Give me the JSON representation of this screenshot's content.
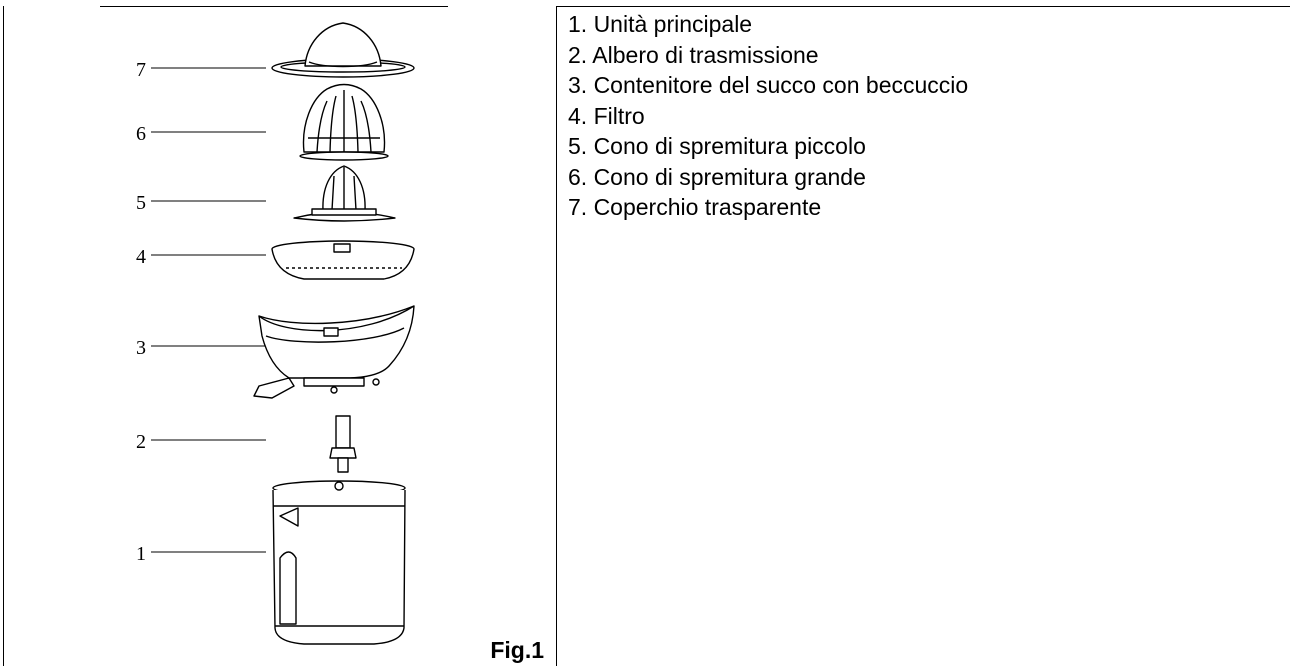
{
  "figure": {
    "caption": "Fig.1",
    "callouts": [
      {
        "num": "7",
        "part": "transparent-lid"
      },
      {
        "num": "6",
        "part": "large-cone"
      },
      {
        "num": "5",
        "part": "small-cone"
      },
      {
        "num": "4",
        "part": "filter"
      },
      {
        "num": "3",
        "part": "juice-container"
      },
      {
        "num": "2",
        "part": "drive-shaft"
      },
      {
        "num": "1",
        "part": "main-unit"
      }
    ]
  },
  "parts_list": [
    "1. Unità principale",
    "2. Albero di trasmissione",
    "3. Contenitore del succo con beccuccio",
    "4. Filtro",
    "5. Cono di spremitura piccolo",
    "6. Cono di spremitura grande",
    "7. Coperchio trasparente"
  ]
}
